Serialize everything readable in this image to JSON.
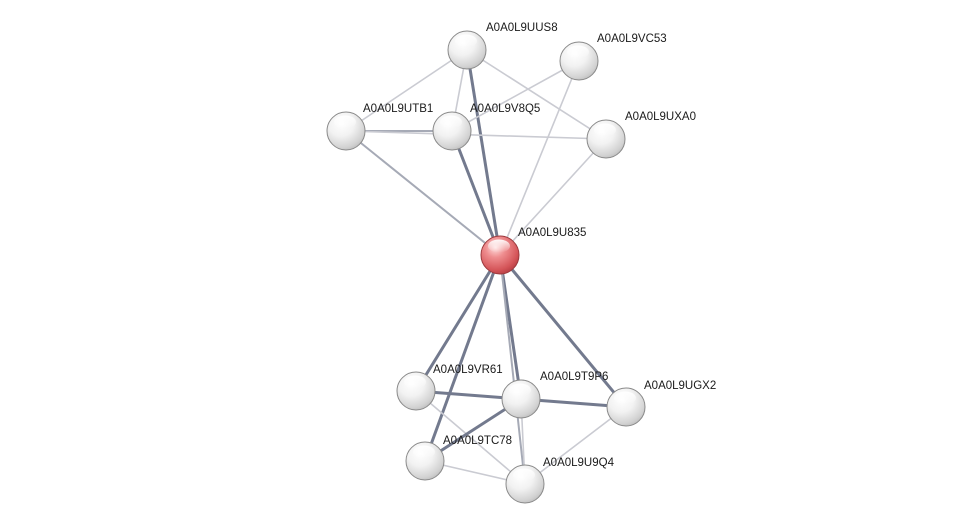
{
  "network": {
    "nodes": [
      {
        "id": "A0A0L9U835",
        "label": "A0A0L9U835",
        "query": true
      },
      {
        "id": "A0A0L9UUS8",
        "label": "A0A0L9UUS8",
        "query": false
      },
      {
        "id": "A0A0L9VC53",
        "label": "A0A0L9VC53",
        "query": false
      },
      {
        "id": "A0A0L9UTB1",
        "label": "A0A0L9UTB1",
        "query": false
      },
      {
        "id": "A0A0L9V8Q5",
        "label": "A0A0L9V8Q5",
        "query": false
      },
      {
        "id": "A0A0L9UXA0",
        "label": "A0A0L9UXA0",
        "query": false
      },
      {
        "id": "A0A0L9VR61",
        "label": "A0A0L9VR61",
        "query": false
      },
      {
        "id": "A0A0L9T9P6",
        "label": "A0A0L9T9P6",
        "query": false
      },
      {
        "id": "A0A0L9UGX2",
        "label": "A0A0L9UGX2",
        "query": false
      },
      {
        "id": "A0A0L9TC78",
        "label": "A0A0L9TC78",
        "query": false
      },
      {
        "id": "A0A0L9U9Q4",
        "label": "A0A0L9U9Q4",
        "query": false
      }
    ],
    "edges": [
      {
        "source": "A0A0L9U835",
        "target": "A0A0L9UUS8",
        "strength": "strong"
      },
      {
        "source": "A0A0L9U835",
        "target": "A0A0L9V8Q5",
        "strength": "strong"
      },
      {
        "source": "A0A0L9U835",
        "target": "A0A0L9UTB1",
        "strength": "medium"
      },
      {
        "source": "A0A0L9U835",
        "target": "A0A0L9VC53",
        "strength": "weak"
      },
      {
        "source": "A0A0L9U835",
        "target": "A0A0L9UXA0",
        "strength": "weak"
      },
      {
        "source": "A0A0L9U835",
        "target": "A0A0L9VR61",
        "strength": "strong"
      },
      {
        "source": "A0A0L9U835",
        "target": "A0A0L9TC78",
        "strength": "strong"
      },
      {
        "source": "A0A0L9U835",
        "target": "A0A0L9T9P6",
        "strength": "strong"
      },
      {
        "source": "A0A0L9U835",
        "target": "A0A0L9UGX2",
        "strength": "strong"
      },
      {
        "source": "A0A0L9U835",
        "target": "A0A0L9U9Q4",
        "strength": "medium"
      },
      {
        "source": "A0A0L9UUS8",
        "target": "A0A0L9UTB1",
        "strength": "weak"
      },
      {
        "source": "A0A0L9UUS8",
        "target": "A0A0L9V8Q5",
        "strength": "weak"
      },
      {
        "source": "A0A0L9UUS8",
        "target": "A0A0L9UXA0",
        "strength": "weak"
      },
      {
        "source": "A0A0L9VC53",
        "target": "A0A0L9V8Q5",
        "strength": "weak"
      },
      {
        "source": "A0A0L9UTB1",
        "target": "A0A0L9V8Q5",
        "strength": "medium"
      },
      {
        "source": "A0A0L9UTB1",
        "target": "A0A0L9UXA0",
        "strength": "weak"
      },
      {
        "source": "A0A0L9VR61",
        "target": "A0A0L9T9P6",
        "strength": "strong"
      },
      {
        "source": "A0A0L9VR61",
        "target": "A0A0L9U9Q4",
        "strength": "weak"
      },
      {
        "source": "A0A0L9T9P6",
        "target": "A0A0L9UGX2",
        "strength": "strong"
      },
      {
        "source": "A0A0L9T9P6",
        "target": "A0A0L9TC78",
        "strength": "strong"
      },
      {
        "source": "A0A0L9T9P6",
        "target": "A0A0L9U9Q4",
        "strength": "weak"
      },
      {
        "source": "A0A0L9TC78",
        "target": "A0A0L9U9Q4",
        "strength": "weak"
      },
      {
        "source": "A0A0L9UGX2",
        "target": "A0A0L9U9Q4",
        "strength": "weak"
      }
    ],
    "colors": {
      "edge_strong": "#737a8e",
      "edge_medium": "#a6aab6",
      "edge_weak": "#cacbd2",
      "node_query": "#d95a60",
      "node_partner": "#e2e2e2",
      "node_outline": "#8a8a8a"
    }
  }
}
